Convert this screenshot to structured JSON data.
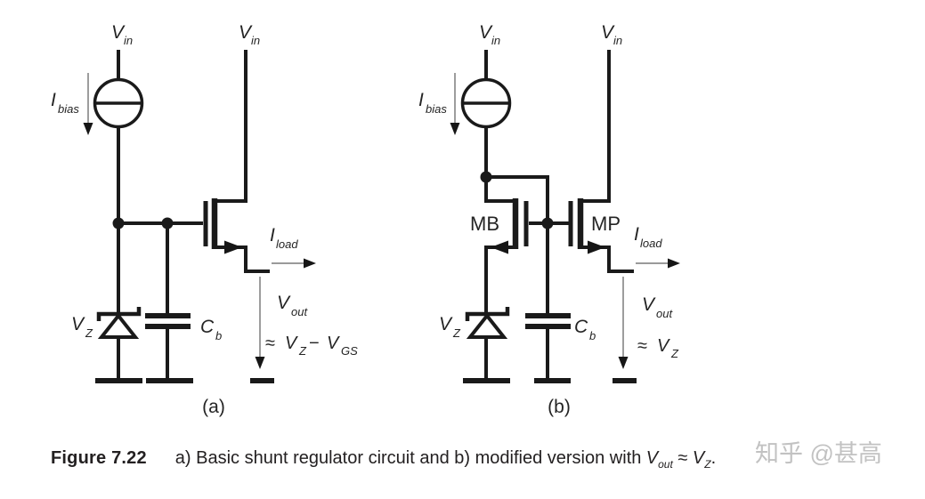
{
  "colors": {
    "background": "#ffffff",
    "line": "#1a1a1a",
    "thin_arrow": "#8c8c8c",
    "arrowhead": "#161616",
    "label_text": "#242424",
    "caption_text": "#232021",
    "watermark": "#c2c2c2"
  },
  "schematic": {
    "circuit_a": {
      "panel_label": "(a)",
      "supply_left": {
        "main": "V",
        "sub": "in"
      },
      "supply_right": {
        "main": "V",
        "sub": "in"
      },
      "bias_current": {
        "main": "I",
        "sub": "bias"
      },
      "zener": {
        "main": "V",
        "sub": "Z"
      },
      "capacitor": {
        "main": "C",
        "sub": "b"
      },
      "load_current": {
        "main": "I",
        "sub": "load"
      },
      "output": {
        "main": "V",
        "sub": "out"
      },
      "output_formula": {
        "approx": "≈",
        "v1": "V",
        "v1_sub": "Z",
        "minus": "−",
        "v2": "V",
        "v2_sub": "GS"
      }
    },
    "circuit_b": {
      "panel_label": "(b)",
      "supply_left": {
        "main": "V",
        "sub": "in"
      },
      "supply_right": {
        "main": "V",
        "sub": "in"
      },
      "bias_current": {
        "main": "I",
        "sub": "bias"
      },
      "transistor_mb": "MB",
      "transistor_mp": "MP",
      "zener": {
        "main": "V",
        "sub": "Z"
      },
      "capacitor": {
        "main": "C",
        "sub": "b"
      },
      "load_current": {
        "main": "I",
        "sub": "load"
      },
      "output": {
        "main": "V",
        "sub": "out"
      },
      "output_formula": {
        "approx": "≈",
        "v1": "V",
        "v1_sub": "Z"
      }
    }
  },
  "caption": {
    "figure_label": "Figure 7.22",
    "body": "a) Basic shunt regulator circuit and b) modified version with",
    "formula": {
      "v1": "V",
      "v1_sub": "out",
      "approx": " ≈ ",
      "v2": "V",
      "v2_sub": "Z",
      "period": "."
    }
  },
  "watermark": "知乎 @甚高"
}
